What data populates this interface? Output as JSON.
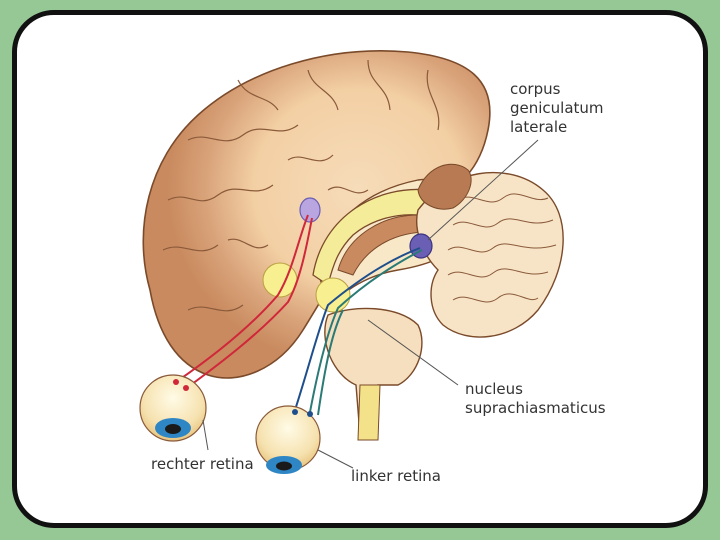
{
  "labels": {
    "corpus_geniculatum_laterale": [
      "corpus",
      "geniculatum",
      "laterale"
    ],
    "nucleus_suprachiasmaticus": [
      "nucleus",
      "suprachiasmaticus"
    ],
    "rechter_retina": "rechter retina",
    "linker_retina": "linker retina"
  },
  "colors": {
    "background": "#96c896",
    "brain": "#f5d9b8",
    "cortex_shading": "#d9a37a",
    "outline": "#7a4a2a",
    "red_pathway": "#d0273a",
    "blue_pathway": "#1f4e8c",
    "teal_pathway": "#2a7a76",
    "nucleus_yellow": "#f7ef90",
    "lgn_purple": "#6a5fb5",
    "iris": "#2f86c4"
  }
}
